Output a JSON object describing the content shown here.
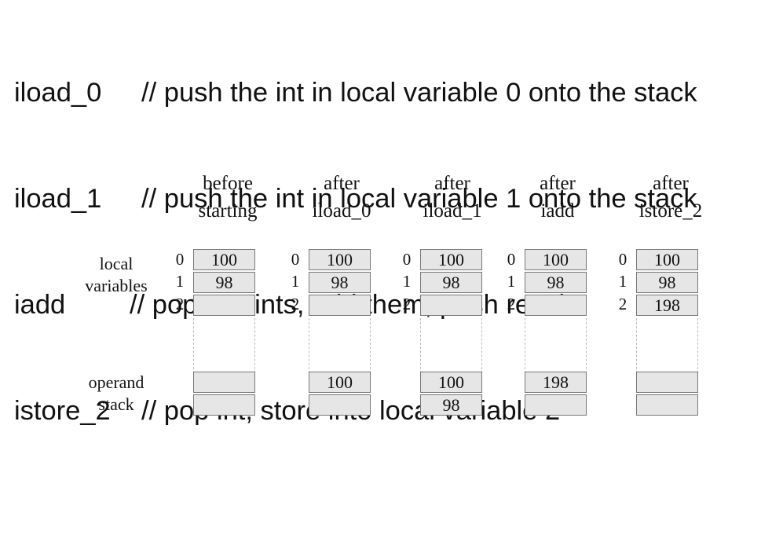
{
  "code_lines": [
    {
      "instr": "iload_0",
      "comment": "// push the int in local variable 0 onto the stack"
    },
    {
      "instr": "iload_1",
      "comment": "// push the int in local variable 1 onto the stack"
    },
    {
      "instr": "iadd",
      "comment": "// pop two ints, add them, push result"
    },
    {
      "instr": "istore_2",
      "comment": "// pop int, store into local variable 2"
    }
  ],
  "diagram": {
    "row_labels": {
      "local": [
        "local",
        "variables"
      ],
      "stack": [
        "operand",
        "stack"
      ]
    },
    "indices": [
      "0",
      "1",
      "2"
    ],
    "columns": [
      {
        "header": [
          "before",
          "starting"
        ],
        "locals": [
          "100",
          "98",
          ""
        ],
        "stack": [
          "",
          ""
        ]
      },
      {
        "header": [
          "after",
          "iload_0"
        ],
        "locals": [
          "100",
          "98",
          ""
        ],
        "stack": [
          "100",
          ""
        ]
      },
      {
        "header": [
          "after",
          "iload_1"
        ],
        "locals": [
          "100",
          "98",
          ""
        ],
        "stack": [
          "100",
          "98"
        ]
      },
      {
        "header": [
          "after",
          "iadd"
        ],
        "locals": [
          "100",
          "98",
          ""
        ],
        "stack": [
          "198",
          ""
        ]
      },
      {
        "header": [
          "after",
          "istore_2"
        ],
        "locals": [
          "100",
          "98",
          "198"
        ],
        "stack": [
          "",
          ""
        ]
      }
    ]
  }
}
